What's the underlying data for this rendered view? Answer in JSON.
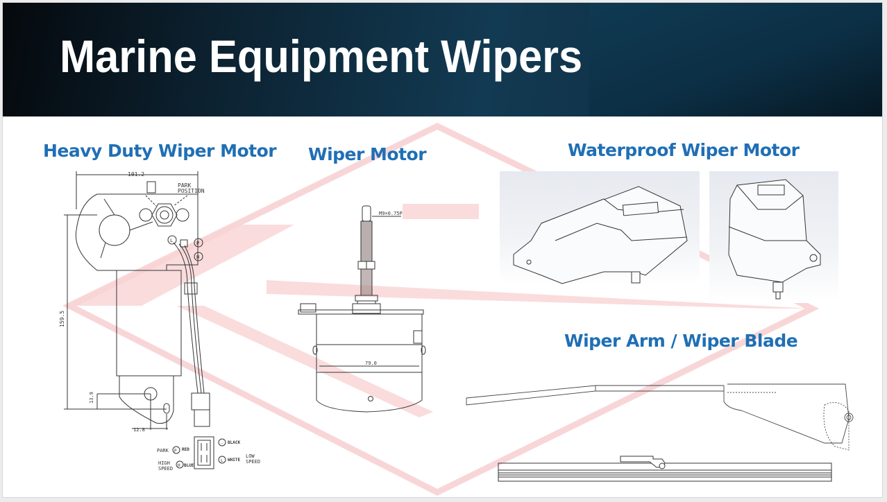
{
  "slide": {
    "title": "Marine Equipment Wipers",
    "colors": {
      "banner_dark": "#05090d",
      "banner_blue": "#123a52",
      "section_title": "#1f6fb5",
      "watermark": "#f6c9cb"
    }
  },
  "sections": {
    "heavy_duty": {
      "title": "Heavy Duty Wiper Motor",
      "dimensions": {
        "width": "101.2",
        "height": "159.5",
        "offset_vertical": "13.9",
        "offset_horizontal": "12.8"
      },
      "labels": {
        "park_position": "PARK POSITION",
        "park_position_line1": "PARK",
        "park_position_line2": "POSITION"
      },
      "pins": {
        "L": "L",
        "P": "P",
        "H": "H",
        "minus": "-"
      },
      "wiring": {
        "park": "PARK",
        "red": "RED",
        "black": "BLACK",
        "high_speed_1": "HIGH",
        "high_speed_2": "SPEED",
        "blue": "BLUE",
        "white": "WHITE",
        "low_speed_1": "LOW",
        "low_speed_2": "SPEED"
      }
    },
    "wiper_motor": {
      "title": "Wiper Motor",
      "thread_spec": "M9×0.75P",
      "width_dim": "79.0"
    },
    "waterproof": {
      "title": "Waterproof Wiper Motor"
    },
    "arm_blade": {
      "title": "Wiper Arm / Wiper Blade"
    }
  }
}
